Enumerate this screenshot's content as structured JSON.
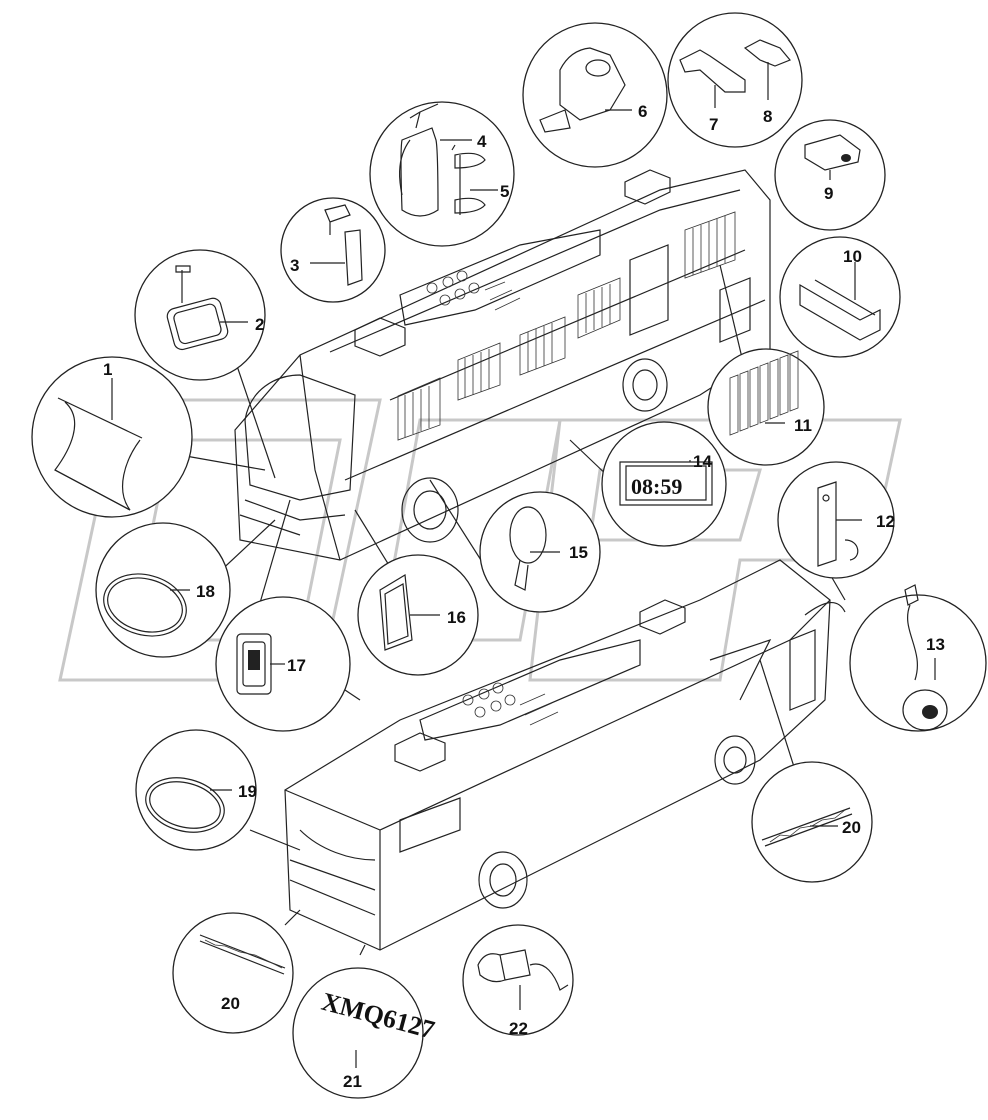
{
  "diagram": {
    "callouts": [
      {
        "label": "1"
      },
      {
        "label": "2"
      },
      {
        "label": "3"
      },
      {
        "label": "4"
      },
      {
        "label": "5"
      },
      {
        "label": "6"
      },
      {
        "label": "7"
      },
      {
        "label": "8"
      },
      {
        "label": "9"
      },
      {
        "label": "10"
      },
      {
        "label": "11"
      },
      {
        "label": "12"
      },
      {
        "label": "13"
      },
      {
        "label": "14"
      },
      {
        "label": "15"
      },
      {
        "label": "16"
      },
      {
        "label": "17"
      },
      {
        "label": "18"
      },
      {
        "label": "19"
      },
      {
        "label": "20"
      },
      {
        "label": "20"
      },
      {
        "label": "21"
      },
      {
        "label": "22"
      }
    ],
    "clock_display": "08:59",
    "model_plate": "XMQ6127"
  }
}
